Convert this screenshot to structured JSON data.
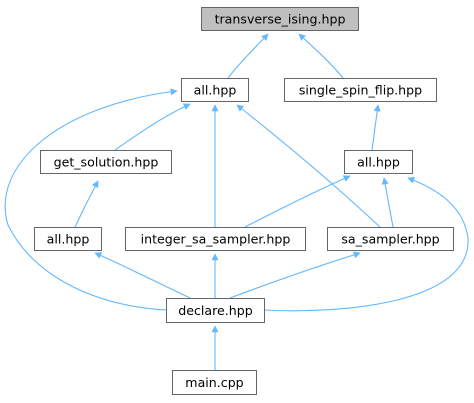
{
  "graph": {
    "edge_color": "#63b8ff",
    "node_fill": "#ffffff",
    "root_fill": "#bfbfbf",
    "border_color": "#666666",
    "nodes": [
      {
        "id": "transverse_ising",
        "label": "transverse_ising.hpp",
        "root": true
      },
      {
        "id": "all_1",
        "label": "all.hpp"
      },
      {
        "id": "single_spin_flip",
        "label": "single_spin_flip.hpp"
      },
      {
        "id": "get_solution",
        "label": "get_solution.hpp"
      },
      {
        "id": "all_2",
        "label": "all.hpp"
      },
      {
        "id": "all_3",
        "label": "all.hpp"
      },
      {
        "id": "integer_sa_sampler",
        "label": "integer_sa_sampler.hpp"
      },
      {
        "id": "sa_sampler",
        "label": "sa_sampler.hpp"
      },
      {
        "id": "declare",
        "label": "declare.hpp"
      },
      {
        "id": "main",
        "label": "main.cpp"
      }
    ],
    "edges": [
      {
        "from": "all_1",
        "to": "transverse_ising"
      },
      {
        "from": "single_spin_flip",
        "to": "transverse_ising"
      },
      {
        "from": "get_solution",
        "to": "all_1"
      },
      {
        "from": "integer_sa_sampler",
        "to": "all_1"
      },
      {
        "from": "sa_sampler",
        "to": "all_1"
      },
      {
        "from": "declare",
        "to": "all_1"
      },
      {
        "from": "all_2",
        "to": "single_spin_flip"
      },
      {
        "from": "all_3",
        "to": "get_solution"
      },
      {
        "from": "integer_sa_sampler",
        "to": "all_2"
      },
      {
        "from": "sa_sampler",
        "to": "all_2"
      },
      {
        "from": "declare",
        "to": "all_2"
      },
      {
        "from": "declare",
        "to": "all_3"
      },
      {
        "from": "declare",
        "to": "integer_sa_sampler"
      },
      {
        "from": "declare",
        "to": "sa_sampler"
      },
      {
        "from": "main",
        "to": "declare"
      }
    ]
  }
}
